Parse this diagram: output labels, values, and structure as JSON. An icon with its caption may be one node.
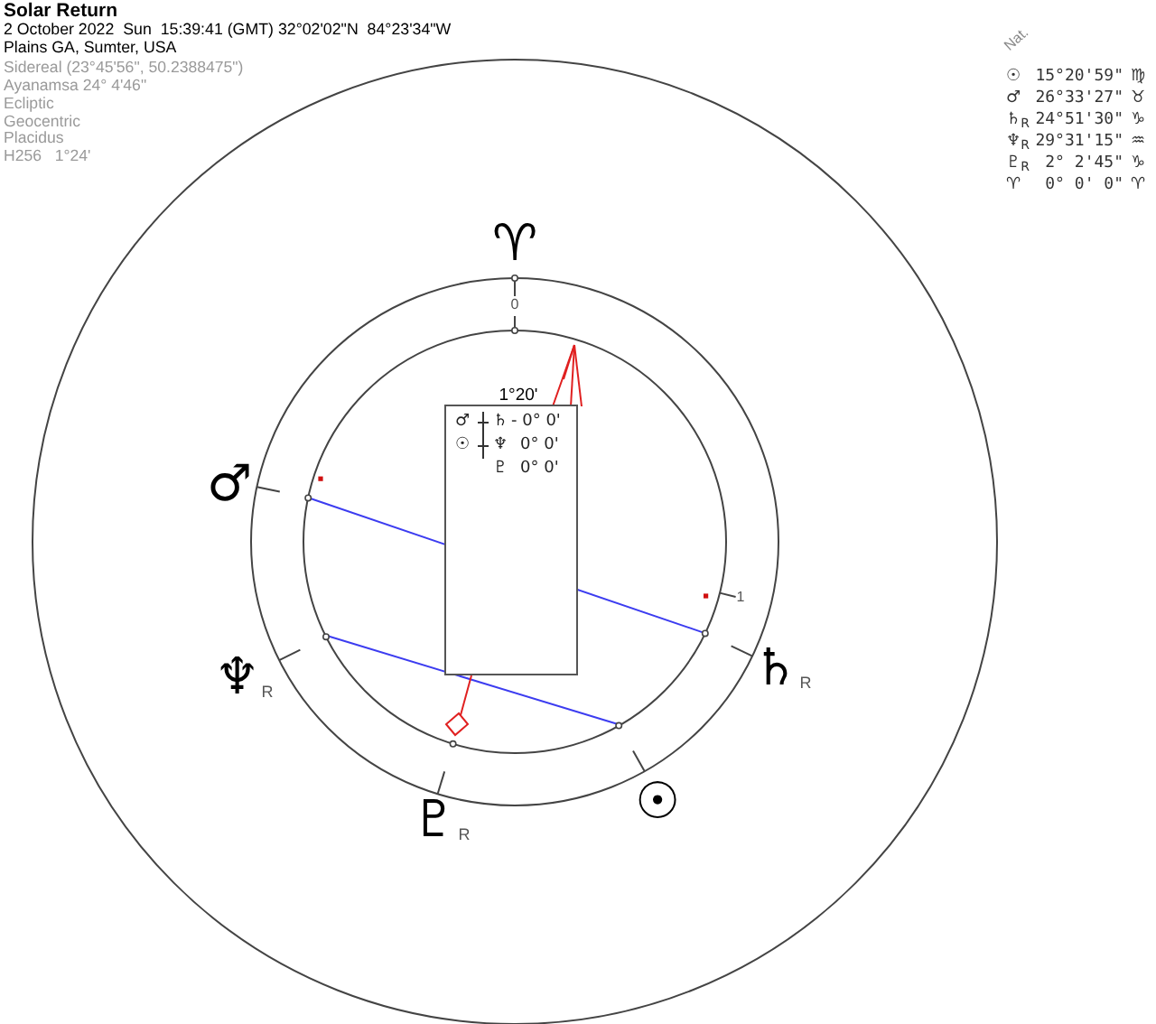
{
  "diagram": {
    "title": "Solar Return",
    "nodes": [
      {
        "text": [
          "1°20'",
          "♂",
          "♄",
          "- 0° 0'",
          "☉",
          "♆",
          "0° 0'",
          "♇",
          "0° 0'"
        ]
      }
    ],
    "labels": [
      "2 October 2022  Sun  15:39:41 (GMT) 32°02'02\"N  84°23'34\"W",
      "Plains GA, Sumter, USA",
      "Sidereal (23°45'56\", 50.2388475\")",
      "Ayanamsa 24° 4'46\"",
      "Ecliptic",
      "Geocentric",
      "Placidus",
      "H256   1°24'",
      "Nat.",
      "☉",
      "15°20'59\"",
      "♍",
      "♂",
      "26°33'27\"",
      "♉",
      "♄$_{R}$",
      "24°51'30\"",
      "♑",
      "♆$_{R}$",
      "29°31'15\"",
      "♒",
      "♇$_{R}$",
      "2° 2'45\"",
      "♑",
      "♈",
      "0° 0' 0\"",
      "♈",
      "♈",
      "0",
      "♂",
      "1",
      "♆$_{R}$",
      "♄$_{R}$",
      "☉",
      "♇$_{R}$"
    ]
  }
}
